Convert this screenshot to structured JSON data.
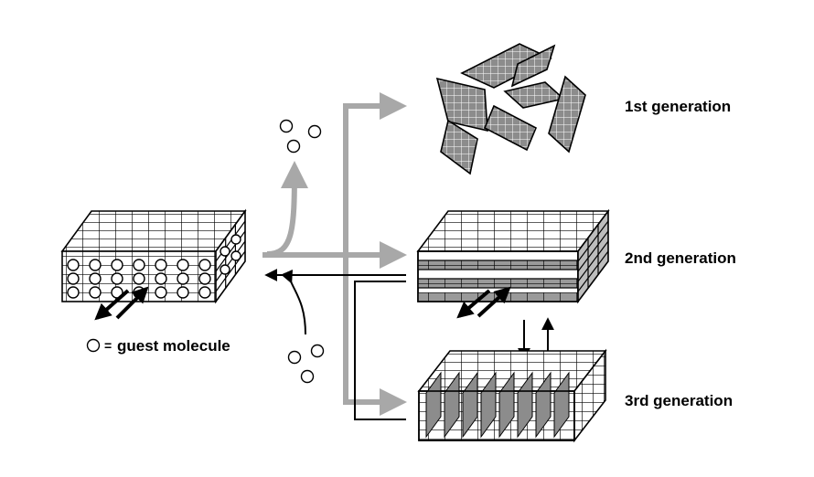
{
  "labels": {
    "gen1": "1st generation",
    "gen2": "2nd generation",
    "gen3": "3rd generation",
    "legend_symbol_eq": "=",
    "legend_text": "guest molecule"
  },
  "colors": {
    "gray_arrow": "#a8a8a8",
    "black": "#000000",
    "cell_gray": "#8c8c8c",
    "cell_light": "#bdbdbd"
  }
}
